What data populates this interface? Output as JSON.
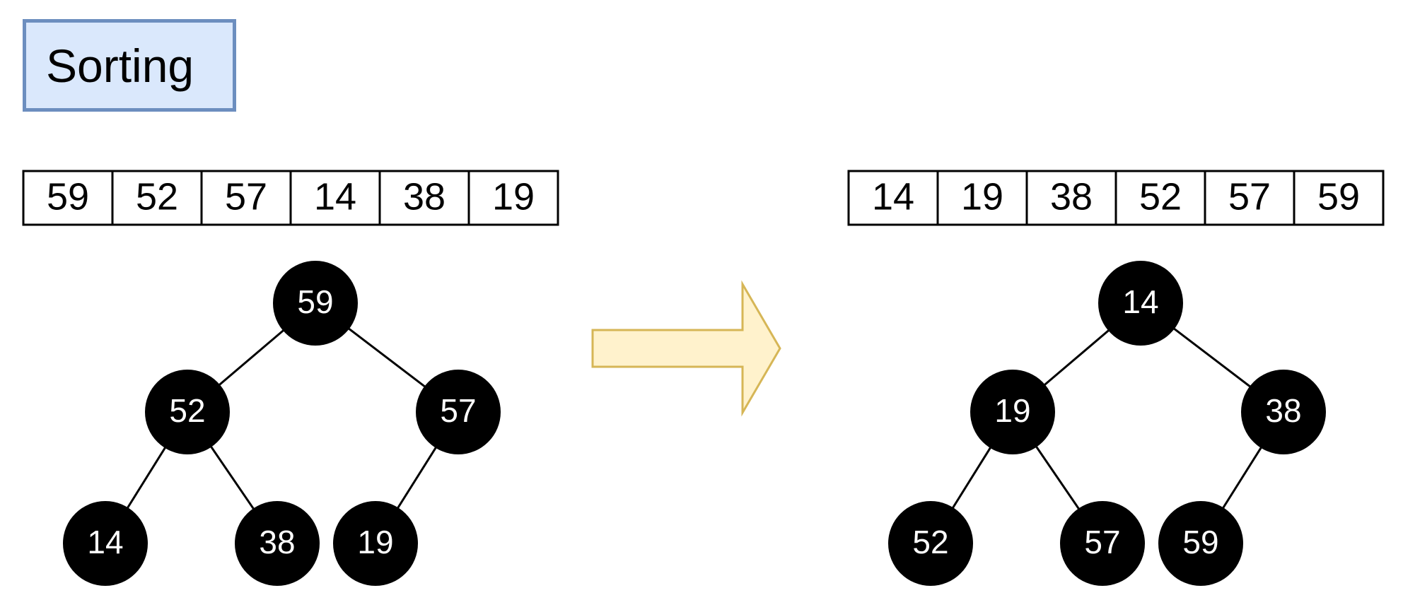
{
  "title": "Sorting",
  "colors": {
    "title_fill": "#dae8fc",
    "title_stroke": "#6c8ebf",
    "node_fill": "#000000",
    "node_text": "#ffffff",
    "arrow_fill": "#fff2cc",
    "arrow_stroke": "#d6b656"
  },
  "before": {
    "array": [
      "59",
      "52",
      "57",
      "14",
      "38",
      "19"
    ],
    "tree": {
      "nodes": [
        "59",
        "52",
        "57",
        "14",
        "38",
        "19"
      ],
      "edges": [
        [
          0,
          1
        ],
        [
          0,
          2
        ],
        [
          1,
          3
        ],
        [
          1,
          4
        ],
        [
          2,
          5
        ]
      ]
    }
  },
  "transition_icon": "right-arrow-icon",
  "after": {
    "array": [
      "14",
      "19",
      "38",
      "52",
      "57",
      "59"
    ],
    "tree": {
      "nodes": [
        "14",
        "19",
        "38",
        "52",
        "57",
        "59"
      ],
      "edges": [
        [
          0,
          1
        ],
        [
          0,
          2
        ],
        [
          1,
          3
        ],
        [
          1,
          4
        ],
        [
          2,
          5
        ]
      ]
    }
  }
}
